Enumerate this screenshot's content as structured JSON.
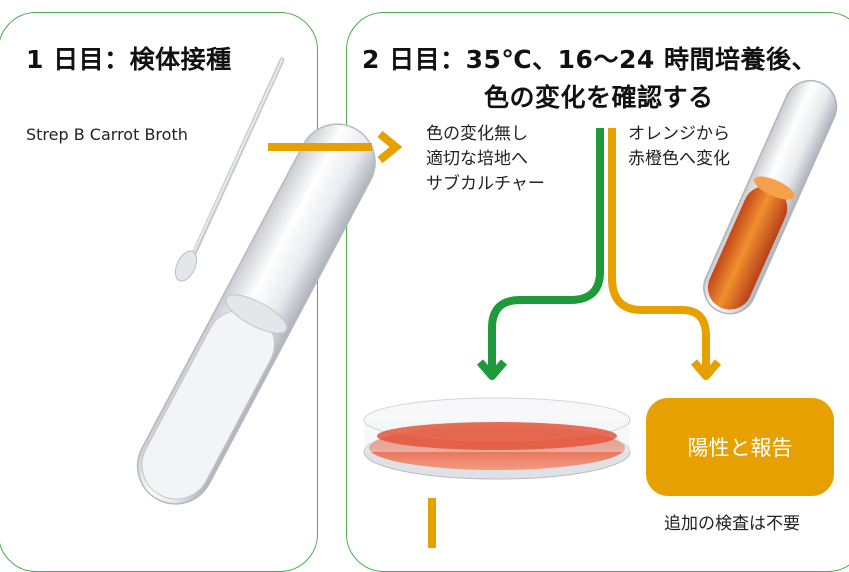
{
  "day1": {
    "title": "1 日目：検体接種",
    "broth_label": "Strep B Carrot Broth"
  },
  "day2": {
    "title_line1": "2 日目：35℃、16～24 時間培養後、",
    "title_line2": "色の変化を確認する",
    "no_change_lines": [
      "色の変化無し",
      "適切な培地へ",
      "サブカルチャー"
    ],
    "change_lines": [
      "オレンジから",
      "赤橙色へ変化"
    ],
    "positive_badge": "陽性と報告",
    "no_further_test": "追加の検査は不要"
  },
  "colors": {
    "panel_border": "#4caf50",
    "arrow_orange": "#e6a100",
    "arrow_green": "#1f9a3a",
    "badge_bg": "#e6a100",
    "broth_orange": "#e5741a",
    "plate_agar": "#e86a4f"
  },
  "icons": [
    "test-tube-icon",
    "swab-icon",
    "petri-dish-icon",
    "orange-tube-icon"
  ]
}
